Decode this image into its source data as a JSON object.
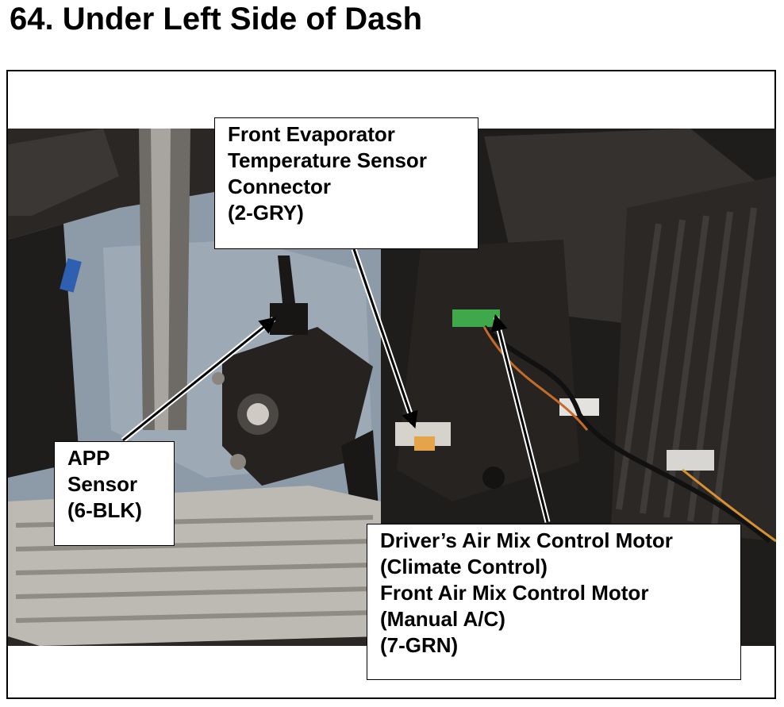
{
  "page": {
    "title": "64.  Under Left Side of Dash"
  },
  "callouts": {
    "evap": {
      "line1": "Front Evaporator",
      "line2": "Temperature Sensor",
      "line3": "Connector",
      "line4": "(2-GRY)"
    },
    "app": {
      "line1": "APP",
      "line2": "Sensor",
      "line3": "(6-BLK)"
    },
    "mix": {
      "line1": "Driver’s Air Mix Control Motor",
      "line2": "(Climate Control)",
      "line3": "Front Air Mix Control Motor",
      "line4": "(Manual A/C)",
      "line5": "(7-GRN)"
    }
  }
}
